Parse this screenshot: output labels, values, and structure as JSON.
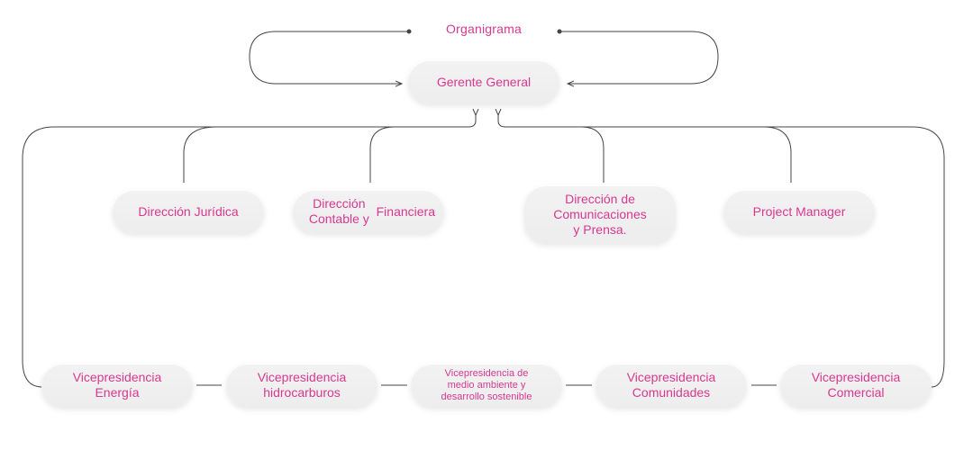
{
  "title": "Organigrama",
  "root": "Gerente General",
  "directions": [
    {
      "label": [
        "Dirección Jurídica"
      ]
    },
    {
      "label": [
        "Dirección Contable y",
        "Financiera"
      ]
    },
    {
      "label": [
        "Dirección de",
        "Comunicaciones",
        "y Prensa."
      ]
    },
    {
      "label": [
        "Project Manager"
      ]
    }
  ],
  "vicepresidencies": [
    {
      "label": [
        "Vicepresidencia",
        "Energía"
      ]
    },
    {
      "label": [
        "Vicepresidencia",
        "hidrocarburos"
      ]
    },
    {
      "label": [
        "Vicepresidencia de",
        "medio ambiente y",
        "desarrollo sostenible"
      ]
    },
    {
      "label": [
        "Vicepresidencia",
        "Comunidades"
      ]
    },
    {
      "label": [
        "Vicepresidencia",
        "Comercial"
      ]
    }
  ],
  "colors": {
    "text": "#d6398f",
    "line": "#444444",
    "node": "#efeeef"
  }
}
